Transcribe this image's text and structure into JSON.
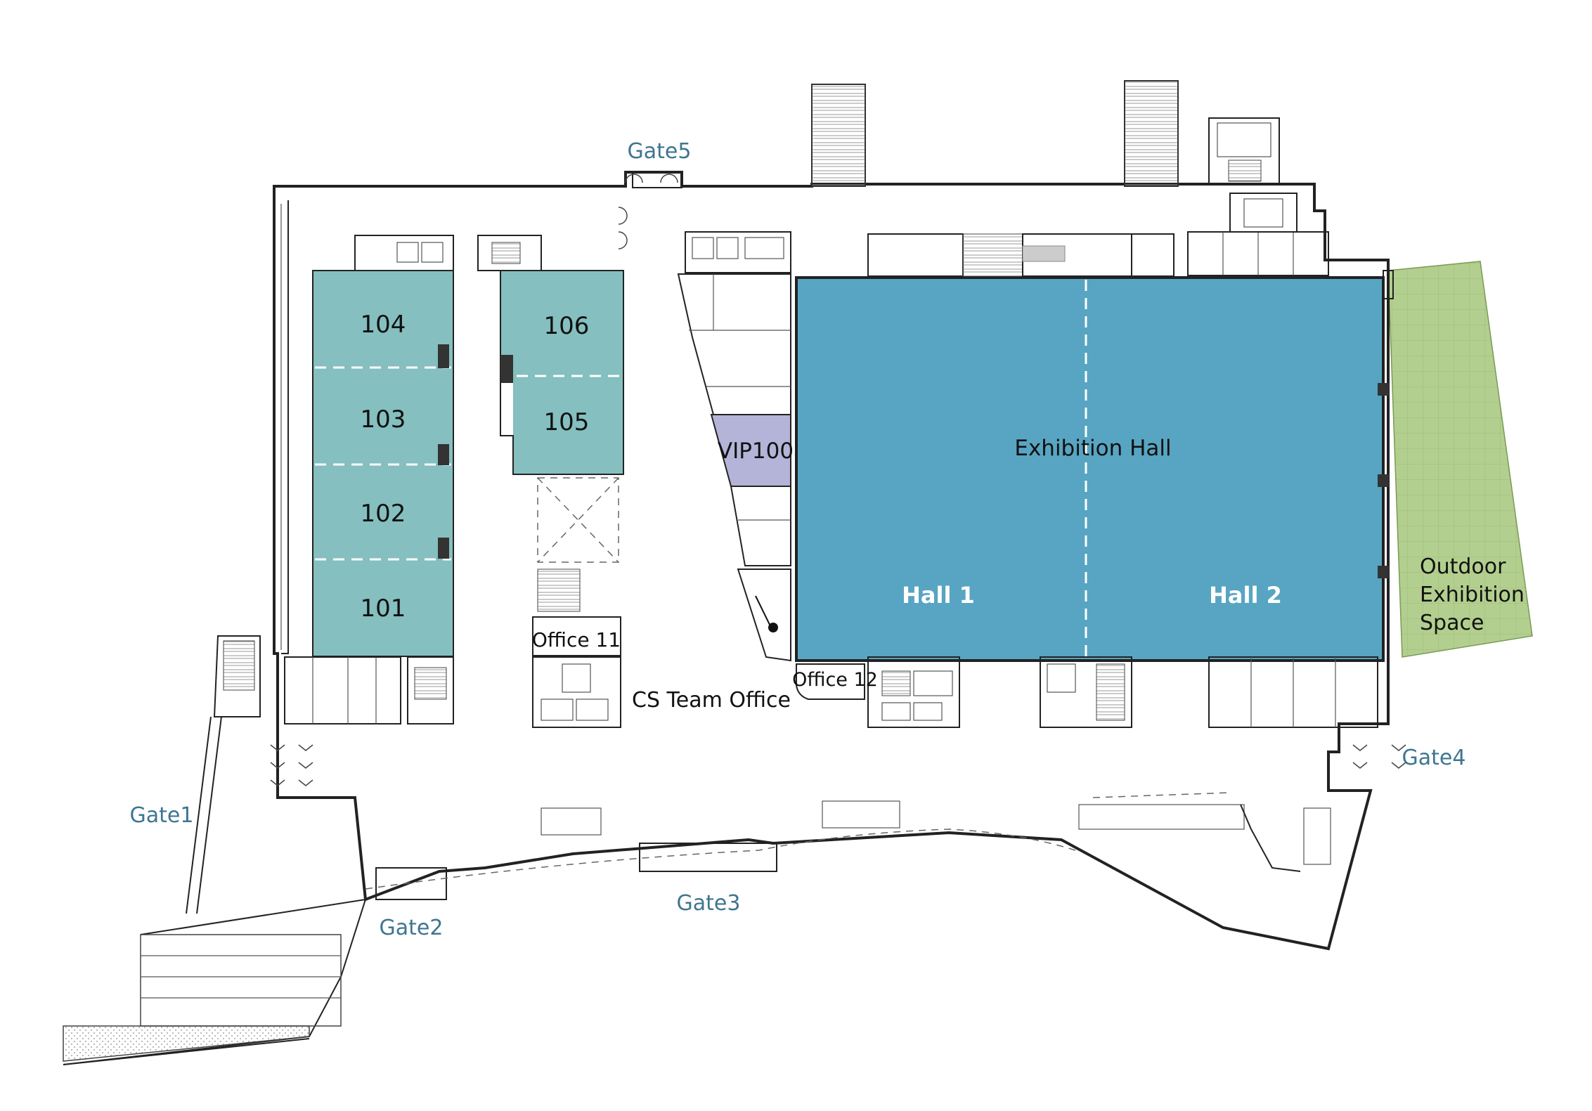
{
  "rooms": {
    "r104": "104",
    "r103": "103",
    "r102": "102",
    "r101": "101",
    "r106": "106",
    "r105": "105",
    "vip": "VIP100",
    "exhibition_hall": "Exhibition Hall",
    "hall1": "Hall 1",
    "hall2": "Hall 2",
    "outdoor_line1": "Outdoor",
    "outdoor_line2": "Exhibition",
    "outdoor_line3": "Space",
    "office11": "Office 11",
    "office12": "Office 12",
    "cs_team": "CS Team Office"
  },
  "gates": {
    "gate1": "Gate1",
    "gate2": "Gate2",
    "gate3": "Gate3",
    "gate4": "Gate4",
    "gate5": "Gate5"
  },
  "colors": {
    "meeting_rooms": "#85bfbf",
    "exhibition_hall": "#57a5c2",
    "vip": "#b4b4d9",
    "outdoor": "#b3cf8f",
    "gate_text": "#3f7590"
  }
}
